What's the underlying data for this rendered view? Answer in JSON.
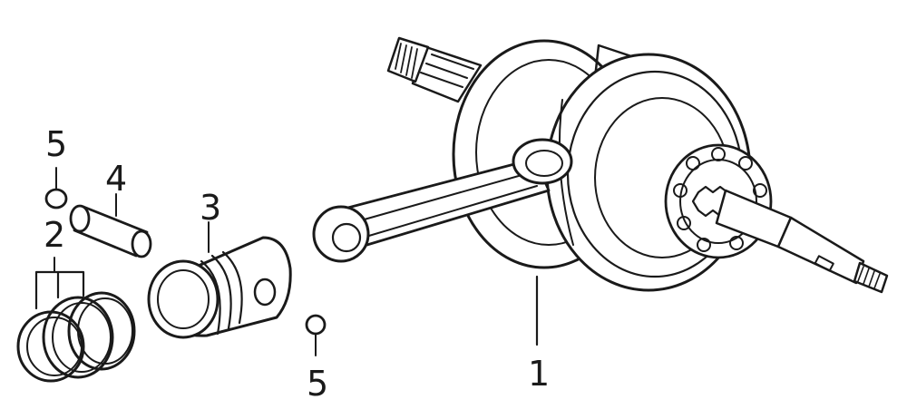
{
  "labels": {
    "crankshaft": "1",
    "piston_rings": "2",
    "piston": "3",
    "piston_pin": "4",
    "clip_upper": "5",
    "clip_lower": "5"
  },
  "colors": {
    "ink": "#1a1a1a",
    "background": "#ffffff"
  }
}
